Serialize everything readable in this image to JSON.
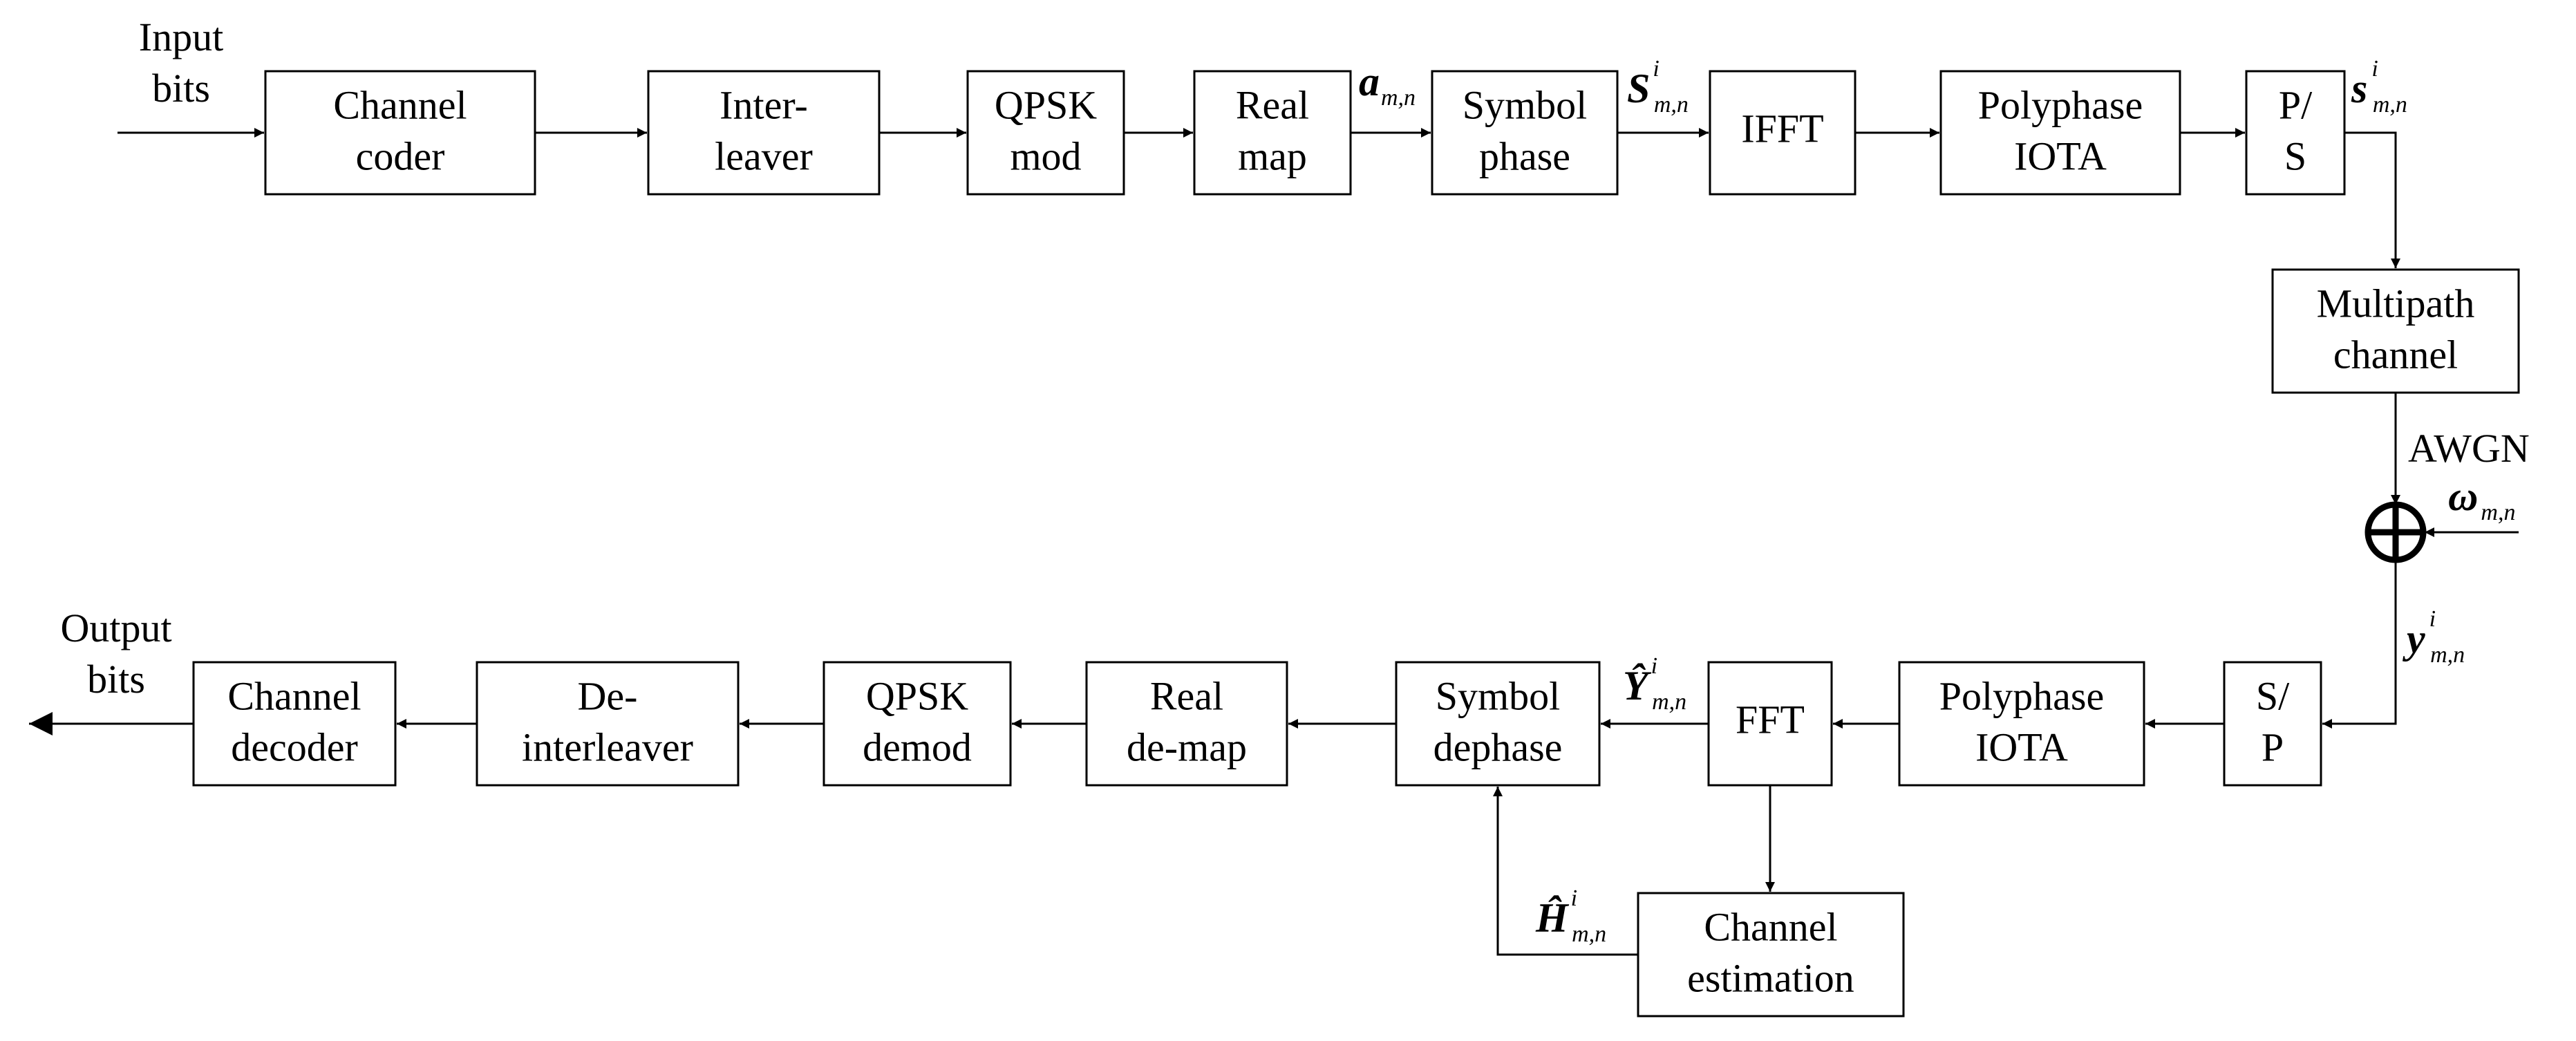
{
  "blocks": {
    "channel_coder": [
      "Channel",
      "coder"
    ],
    "interleaver": [
      "Inter-",
      "leaver"
    ],
    "qpsk_mod": [
      "QPSK",
      "mod"
    ],
    "real_map": [
      "Real",
      "map"
    ],
    "symbol_phase": [
      "Symbol",
      "phase"
    ],
    "ifft": [
      "IFFT"
    ],
    "polyphase_iota_tx": [
      "Polyphase",
      "IOTA"
    ],
    "p_s": [
      "P/",
      "S"
    ],
    "multipath_channel": [
      "Multipath",
      "channel"
    ],
    "s_p": [
      "S/",
      "P"
    ],
    "polyphase_iota_rx": [
      "Polyphase",
      "IOTA"
    ],
    "fft": [
      "FFT"
    ],
    "channel_estimation": [
      "Channel",
      "estimation"
    ],
    "symbol_dephase": [
      "Symbol",
      "dephase"
    ],
    "real_demap": [
      "Real",
      "de-map"
    ],
    "qpsk_demod": [
      "QPSK",
      "demod"
    ],
    "deinterleaver": [
      "De-",
      "interleaver"
    ],
    "channel_decoder": [
      "Channel",
      "decoder"
    ]
  },
  "labels": {
    "input_bits": [
      "Input",
      "bits"
    ],
    "output_bits": [
      "Output",
      "bits"
    ],
    "awgn": "AWGN"
  },
  "signals": {
    "a": {
      "symbol": "a",
      "sub": "m,n",
      "sup": ""
    },
    "S_upper": {
      "symbol": "S",
      "sub": "m,n",
      "sup": "i"
    },
    "s_lower": {
      "symbol": "s",
      "sub": "m,n",
      "sup": "i"
    },
    "omega": {
      "symbol": "ω",
      "sub": "m,n",
      "sup": ""
    },
    "y": {
      "symbol": "y",
      "sub": "m,n",
      "sup": "i"
    },
    "Y_hat": {
      "symbol": "Ŷ",
      "sub": "m,n",
      "sup": "i"
    },
    "H_hat": {
      "symbol": "Ĥ",
      "sub": "m,n",
      "sup": "i"
    }
  }
}
